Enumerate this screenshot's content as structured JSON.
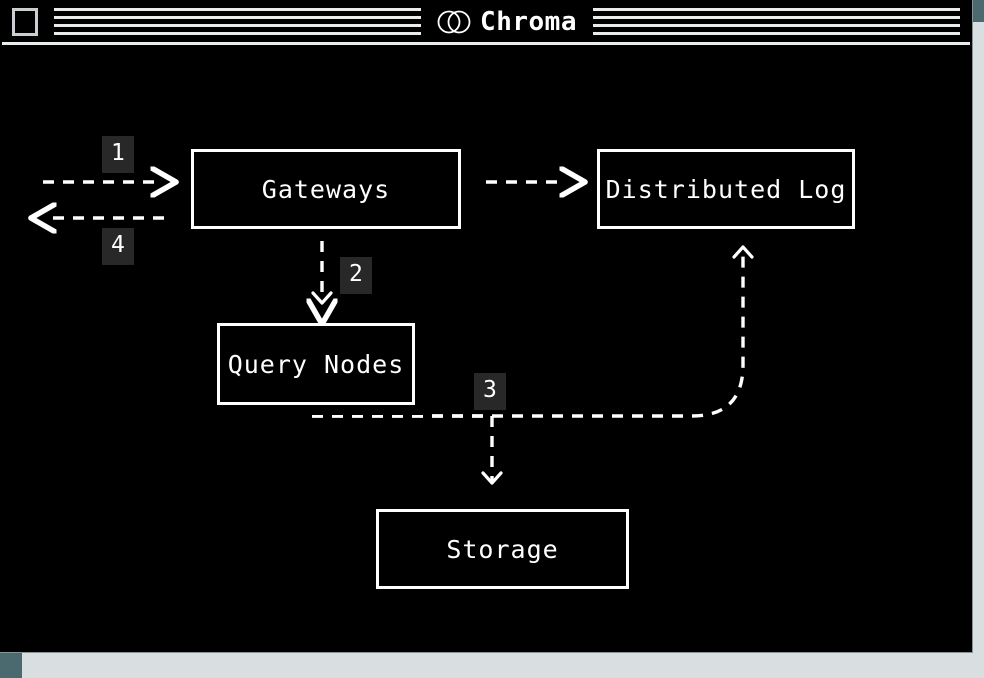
{
  "window": {
    "title": "Chroma",
    "logo_icon": "overlapping-circles-logo",
    "close_box_label": "close"
  },
  "diagram": {
    "type": "architecture-flow",
    "nodes": [
      {
        "id": "gateways",
        "label": "Gateways"
      },
      {
        "id": "distributed-log",
        "label": "Distributed Log"
      },
      {
        "id": "query-nodes",
        "label": "Query Nodes"
      },
      {
        "id": "storage",
        "label": "Storage"
      }
    ],
    "edges": [
      {
        "id": "e1",
        "badge": "1",
        "from": "client",
        "to": "gateways",
        "style": "dashed",
        "arrow": "right"
      },
      {
        "id": "e4",
        "badge": "4",
        "from": "gateways",
        "to": "client",
        "style": "dashed",
        "arrow": "left"
      },
      {
        "id": "e0",
        "badge": "",
        "from": "gateways",
        "to": "distributed-log",
        "style": "dashed",
        "arrow": "right"
      },
      {
        "id": "e2",
        "badge": "2",
        "from": "gateways",
        "to": "query-nodes",
        "style": "dashed",
        "arrow": "down"
      },
      {
        "id": "e3",
        "badge": "3",
        "from": "query-nodes",
        "to": "storage",
        "style": "dashed",
        "arrow": "down"
      },
      {
        "id": "e5",
        "badge": "",
        "from": "query-nodes",
        "to": "distributed-log",
        "style": "dashed",
        "arrow": "up"
      }
    ],
    "badges": [
      "1",
      "2",
      "3",
      "4"
    ]
  },
  "colors": {
    "desktop": "#d9dfe0",
    "window_background": "#000000",
    "stroke": "#ffffff",
    "badge_background": "#282828",
    "accent": "#4a6a70"
  }
}
